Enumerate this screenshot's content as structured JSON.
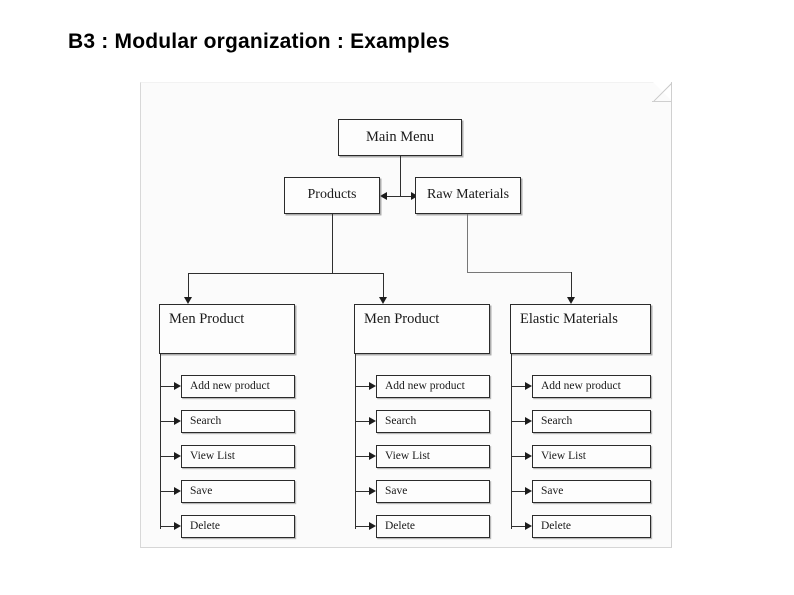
{
  "slide": {
    "title": "B3 : Modular organization : Examples"
  },
  "diagram": {
    "type": "hierarchy-tree",
    "root": {
      "label": "Main Menu"
    },
    "level2": [
      {
        "label": "Products"
      },
      {
        "label": "Raw Materials"
      }
    ],
    "columns": [
      {
        "header": "Men Product",
        "parent": "Products",
        "items": [
          "Add new product",
          "Search",
          "View List",
          "Save",
          "Delete"
        ]
      },
      {
        "header": "Men Product",
        "parent": "Products",
        "items": [
          "Add new product",
          "Search",
          "View List",
          "Save",
          "Delete"
        ]
      },
      {
        "header": "Elastic Materials",
        "parent": "Raw Materials",
        "items": [
          "Add new product",
          "Search",
          "View List",
          "Save",
          "Delete"
        ]
      }
    ],
    "connectors": {
      "root_to_level2": "bidirectional",
      "level2_to_columns": "arrow-down",
      "column_to_items": "arrow-right"
    }
  },
  "colors": {
    "page_background": "#ffffff",
    "scan_background": "#fbfbfb",
    "box_border": "#2b2b2b",
    "connector": "#2f2f2f",
    "text": "#1a1a1a",
    "title_text": "#000000"
  }
}
